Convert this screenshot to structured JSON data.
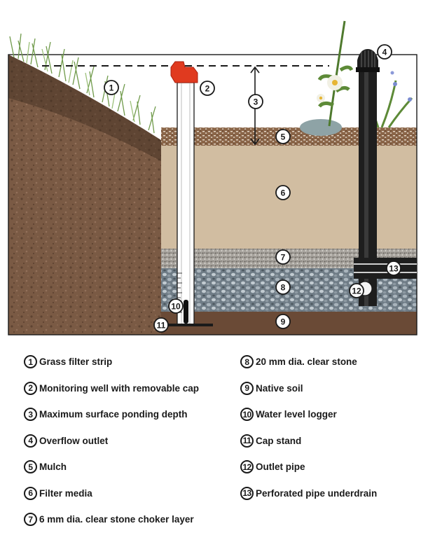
{
  "legend": [
    {
      "num": "1",
      "label": "Grass filter strip"
    },
    {
      "num": "2",
      "label": "Monitoring well with removable cap"
    },
    {
      "num": "3",
      "label": "Maximum surface ponding depth"
    },
    {
      "num": "4",
      "label": "Overflow outlet"
    },
    {
      "num": "5",
      "label": "Mulch"
    },
    {
      "num": "6",
      "label": "Filter media"
    },
    {
      "num": "7",
      "label": "6 mm dia. clear stone choker layer"
    },
    {
      "num": "8",
      "label": "20 mm dia. clear stone"
    },
    {
      "num": "9",
      "label": "Native soil"
    },
    {
      "num": "10",
      "label": "Water level logger"
    },
    {
      "num": "11",
      "label": "Cap stand"
    },
    {
      "num": "12",
      "label": "Outlet pipe"
    },
    {
      "num": "13",
      "label": "Perforated pipe underdrain"
    }
  ],
  "colors": {
    "native_soil": "#7a5a44",
    "filter_media": "#d6c2a8",
    "choker_stone": "#9a9a9a",
    "clear_stone": "#8a96a0",
    "mulch": "#a07a58",
    "pipe": "#1e1e1e",
    "cap": "#e03a1f",
    "grass": "#6f9a4a",
    "outline": "#1a1a1a"
  }
}
